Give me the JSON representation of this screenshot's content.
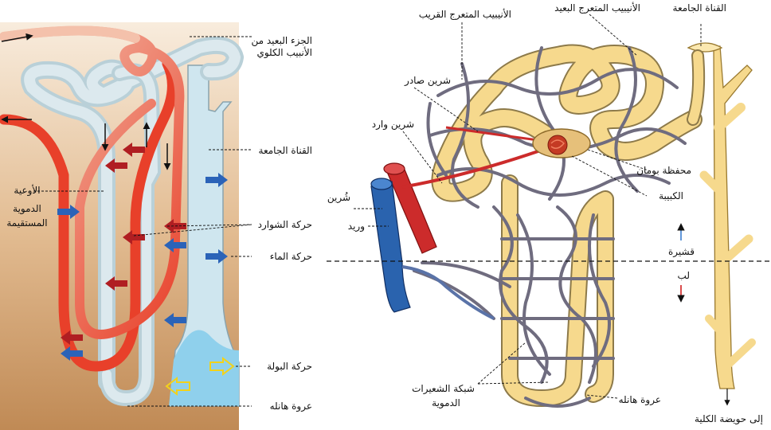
{
  "left_panel": {
    "labels": {
      "distal_tubule": [
        "الجزء البعيد من",
        "الأنبيب الكلوي"
      ],
      "collecting_duct": "القناة الجامعة",
      "vasa_recta": [
        "الأوعية",
        "الدموية",
        "المستقيمة"
      ],
      "ion_movement": "حركة الشوارد",
      "water_movement": "حركة الماء",
      "urine_movement": "حركة البولة",
      "loop_of_henle": "عروة هانله"
    }
  },
  "right_panel": {
    "labels": {
      "proximal_tubule": "الأنيبيب المتعرج القريب",
      "distal_convoluted": "الأنيبيب المتعرج البعيد",
      "collecting_duct": "القناة الجامعة",
      "efferent_arteriole": "شرين صادر",
      "afferent_arteriole": "شرين وارد",
      "bowman_capsule": "محفظة بومان",
      "glomerulus": "الكبيبة",
      "arteriole": "شُرين",
      "venule": "وريد",
      "cortex": "قشيرة",
      "medulla": "لب",
      "capillary_network": [
        "شبكة الشعيرات",
        "الدموية"
      ],
      "loop_of_henle": "عروة هانله",
      "to_renal_pelvis": "إلى حويضة الكلية"
    }
  },
  "colors": {
    "left_bg_top": "#f7e8d6",
    "left_bg_bottom": "#c18a55",
    "tubule": "#c9dde3",
    "tubule_outline": "#8a9ea6",
    "collecting_fill": "#9fd3ea",
    "vessel_red": "#e8402a",
    "vessel_pink": "#f2b9a0",
    "arrow_red": "#b01e22",
    "arrow_blue": "#2b63b8",
    "arrow_yellow": "#f2d21a",
    "nephron_yellow": "#f6d98d",
    "capillary": "#6f6c7f",
    "artery": "#cc2b2b",
    "vein": "#2a63ae"
  }
}
